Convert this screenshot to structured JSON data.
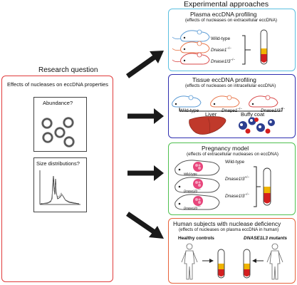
{
  "header": {
    "title": "Experimental approaches"
  },
  "research": {
    "title": "Research question",
    "subtitle": "Effects of nucleases on eccDNA properties",
    "abundance_label": "Abundance?",
    "size_label": "Size distributions?"
  },
  "panels": [
    {
      "title": "Plasma eccDNA profiling",
      "subtitle": "(effects of nucleases on extracellular eccDNA)",
      "labels": [
        "Wild-type",
        "Dnase1",
        "Dnase1l3"
      ],
      "label_sups": [
        "",
        "−/−",
        "−/−"
      ],
      "color": "#5bbfe0"
    },
    {
      "title": "Tissue eccDNA profiling",
      "subtitle": "(effects of nucleases on intracellular eccDNA)",
      "labels": [
        "Wild-type",
        "Dnase1",
        "Dnase1l3"
      ],
      "label_sups": [
        "",
        "−/−",
        "−/−"
      ],
      "tissues": [
        "Liver",
        "Buffy coat"
      ],
      "color": "#2f2fb0"
    },
    {
      "title": "Pregnancy model",
      "subtitle": "(effects of extracellular nucleases on eccDNA)",
      "labels": [
        "Wild-type",
        "Dnase1l3",
        "Dnase1l3"
      ],
      "label_sups": [
        "",
        "+/−",
        "−/−"
      ],
      "inner_labels": [
        "Wild-type",
        "Dnase1l3",
        "Dnase1l3"
      ],
      "inner_sups": [
        "",
        "−/−",
        "−/−"
      ],
      "color": "#4fc04f"
    },
    {
      "title": "Human subjects with nuclease deficiency",
      "subtitle": "(effects of nucleases on plasma eccDNA in human)",
      "groups": [
        "Healthy controls",
        "DNASE1L3 mutants"
      ],
      "color": "#e8623a"
    }
  ],
  "colors": {
    "research_border": "#e03b3b",
    "blood_red": "#d41f1f",
    "plasma_yellow": "#f0b400",
    "liver": "#c0392b",
    "arrow": "#1a1a1a"
  },
  "icons": [
    "right-arrow-icon",
    "mouse-icon",
    "blood-tube-icon",
    "liver-icon",
    "blood-cells-icon",
    "human-figure-icon",
    "circle-dna-icon",
    "size-plot-icon"
  ]
}
